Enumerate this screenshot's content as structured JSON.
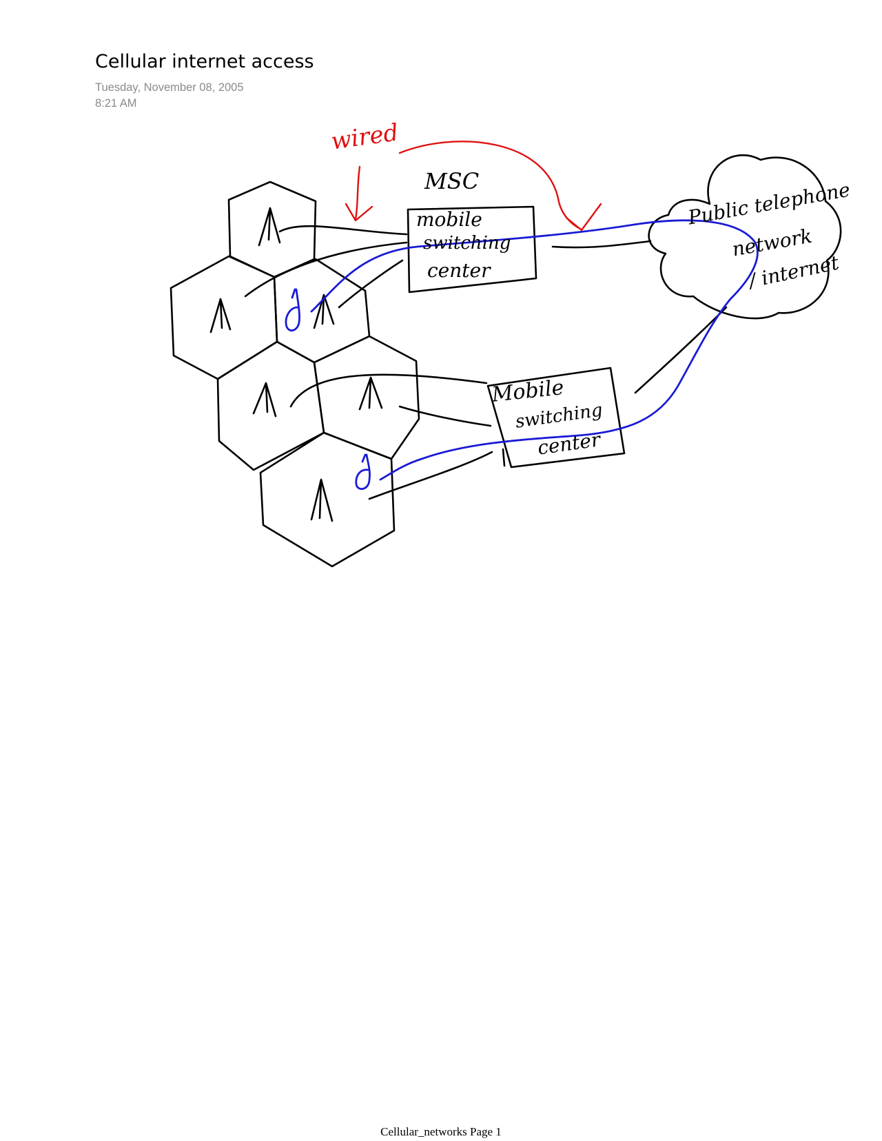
{
  "page": {
    "title": "Cellular internet access",
    "date": "Tuesday, November 08, 2005",
    "time": "8:21 AM",
    "footer": "Cellular_networks Page 1"
  },
  "handwriting": {
    "wired": "wired",
    "msc": "MSC",
    "msc1_line1": "mobile",
    "msc1_line2": "switching",
    "msc1_line3": "center",
    "msc2_line1": "Mobile",
    "msc2_line2": "switching",
    "msc2_line3": "center",
    "cloud_line1": "Public telephone",
    "cloud_line2": "network",
    "cloud_line3": "/ internet"
  },
  "colors": {
    "ink_black": "#000000",
    "ink_blue": "#1a1ad6",
    "ink_red": "#e01010",
    "meta_gray": "#8a8a8a"
  }
}
